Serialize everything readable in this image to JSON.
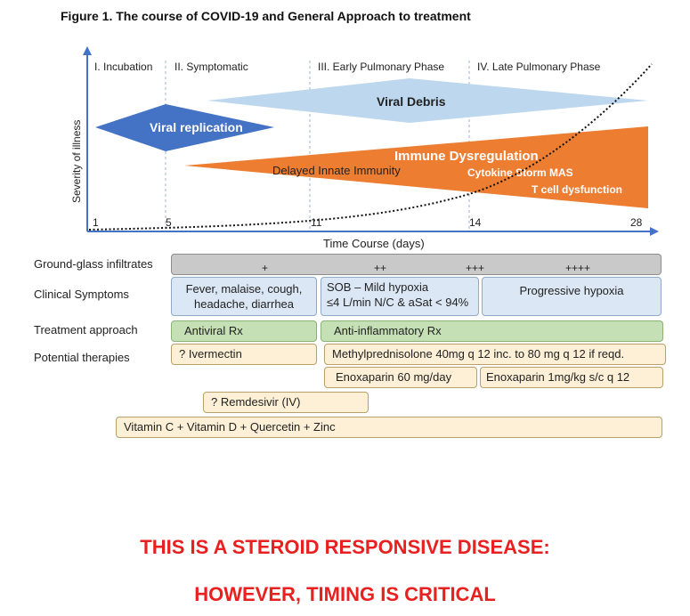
{
  "figure": {
    "title": "Figure 1.  The course of COVID-19 and General Approach to treatment"
  },
  "chart": {
    "phases": [
      "I. Incubation",
      "II. Symptomatic",
      "III. Early Pulmonary Phase",
      "IV. Late Pulmonary Phase"
    ],
    "ticks": [
      "1",
      "5",
      "11",
      "14",
      "28"
    ],
    "x_axis_label": "Time Course (days)",
    "y_axis_label": "Severity of illness",
    "shapes": {
      "viral_replication": "Viral replication",
      "viral_debris": "Viral Debris",
      "immune_dysregulation": "Immune Dysregulation",
      "delayed_innate": "Delayed Innate Immunity",
      "cytokine_storm": "Cytokine Storm   MAS",
      "t_cell": "T cell dysfunction"
    },
    "colors": {
      "dark_blue": "#4472c4",
      "light_blue": "#bdd7ee",
      "orange": "#ed7d31"
    }
  },
  "rows": {
    "ground_glass": {
      "label": "Ground-glass infiltrates",
      "levels": [
        "+",
        "++",
        "+++",
        "++++"
      ]
    },
    "clinical": {
      "label": "Clinical Symptoms",
      "box1": [
        "Fever, malaise, cough,",
        "headache, diarrhea"
      ],
      "box2": [
        "SOB – Mild hypoxia",
        "≤4 L/min N/C & aSat < 94%"
      ],
      "box3": "Progressive hypoxia"
    },
    "treatment": {
      "label": "Treatment approach",
      "antiviral": "Antiviral Rx",
      "anti_inflammatory": "Anti-inflammatory Rx"
    },
    "therapies": {
      "label": "Potential therapies",
      "ivermectin": "? Ivermectin",
      "methylpred": "Methylprednisolone 40mg q 12 inc. to 80 mg q 12 if reqd.",
      "enox1": "Enoxaparin 60 mg/day",
      "enox2": "Enoxaparin 1mg/kg s/c q 12",
      "remdesivir": "? Remdesivir (IV)",
      "vitamins": "Vitamin C + Vitamin D + Quercetin + Zinc"
    }
  },
  "banner": {
    "line1": "THIS IS A STEROID RESPONSIVE DISEASE:",
    "line2": "HOWEVER, TIMING IS CRITICAL"
  }
}
